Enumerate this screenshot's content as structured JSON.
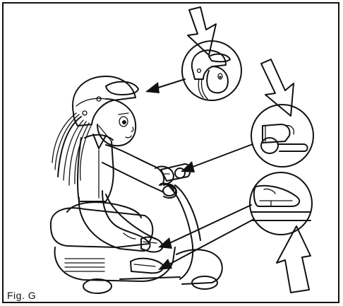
{
  "figure": {
    "label": "Fig. G"
  },
  "callouts": [
    {
      "name": "helmet-detail",
      "icon": "helmet-closeup-icon"
    },
    {
      "name": "handlebar-detail",
      "icon": "hand-on-handlebar-icon"
    },
    {
      "name": "foot-detail",
      "icon": "shoe-on-footrest-icon"
    }
  ]
}
